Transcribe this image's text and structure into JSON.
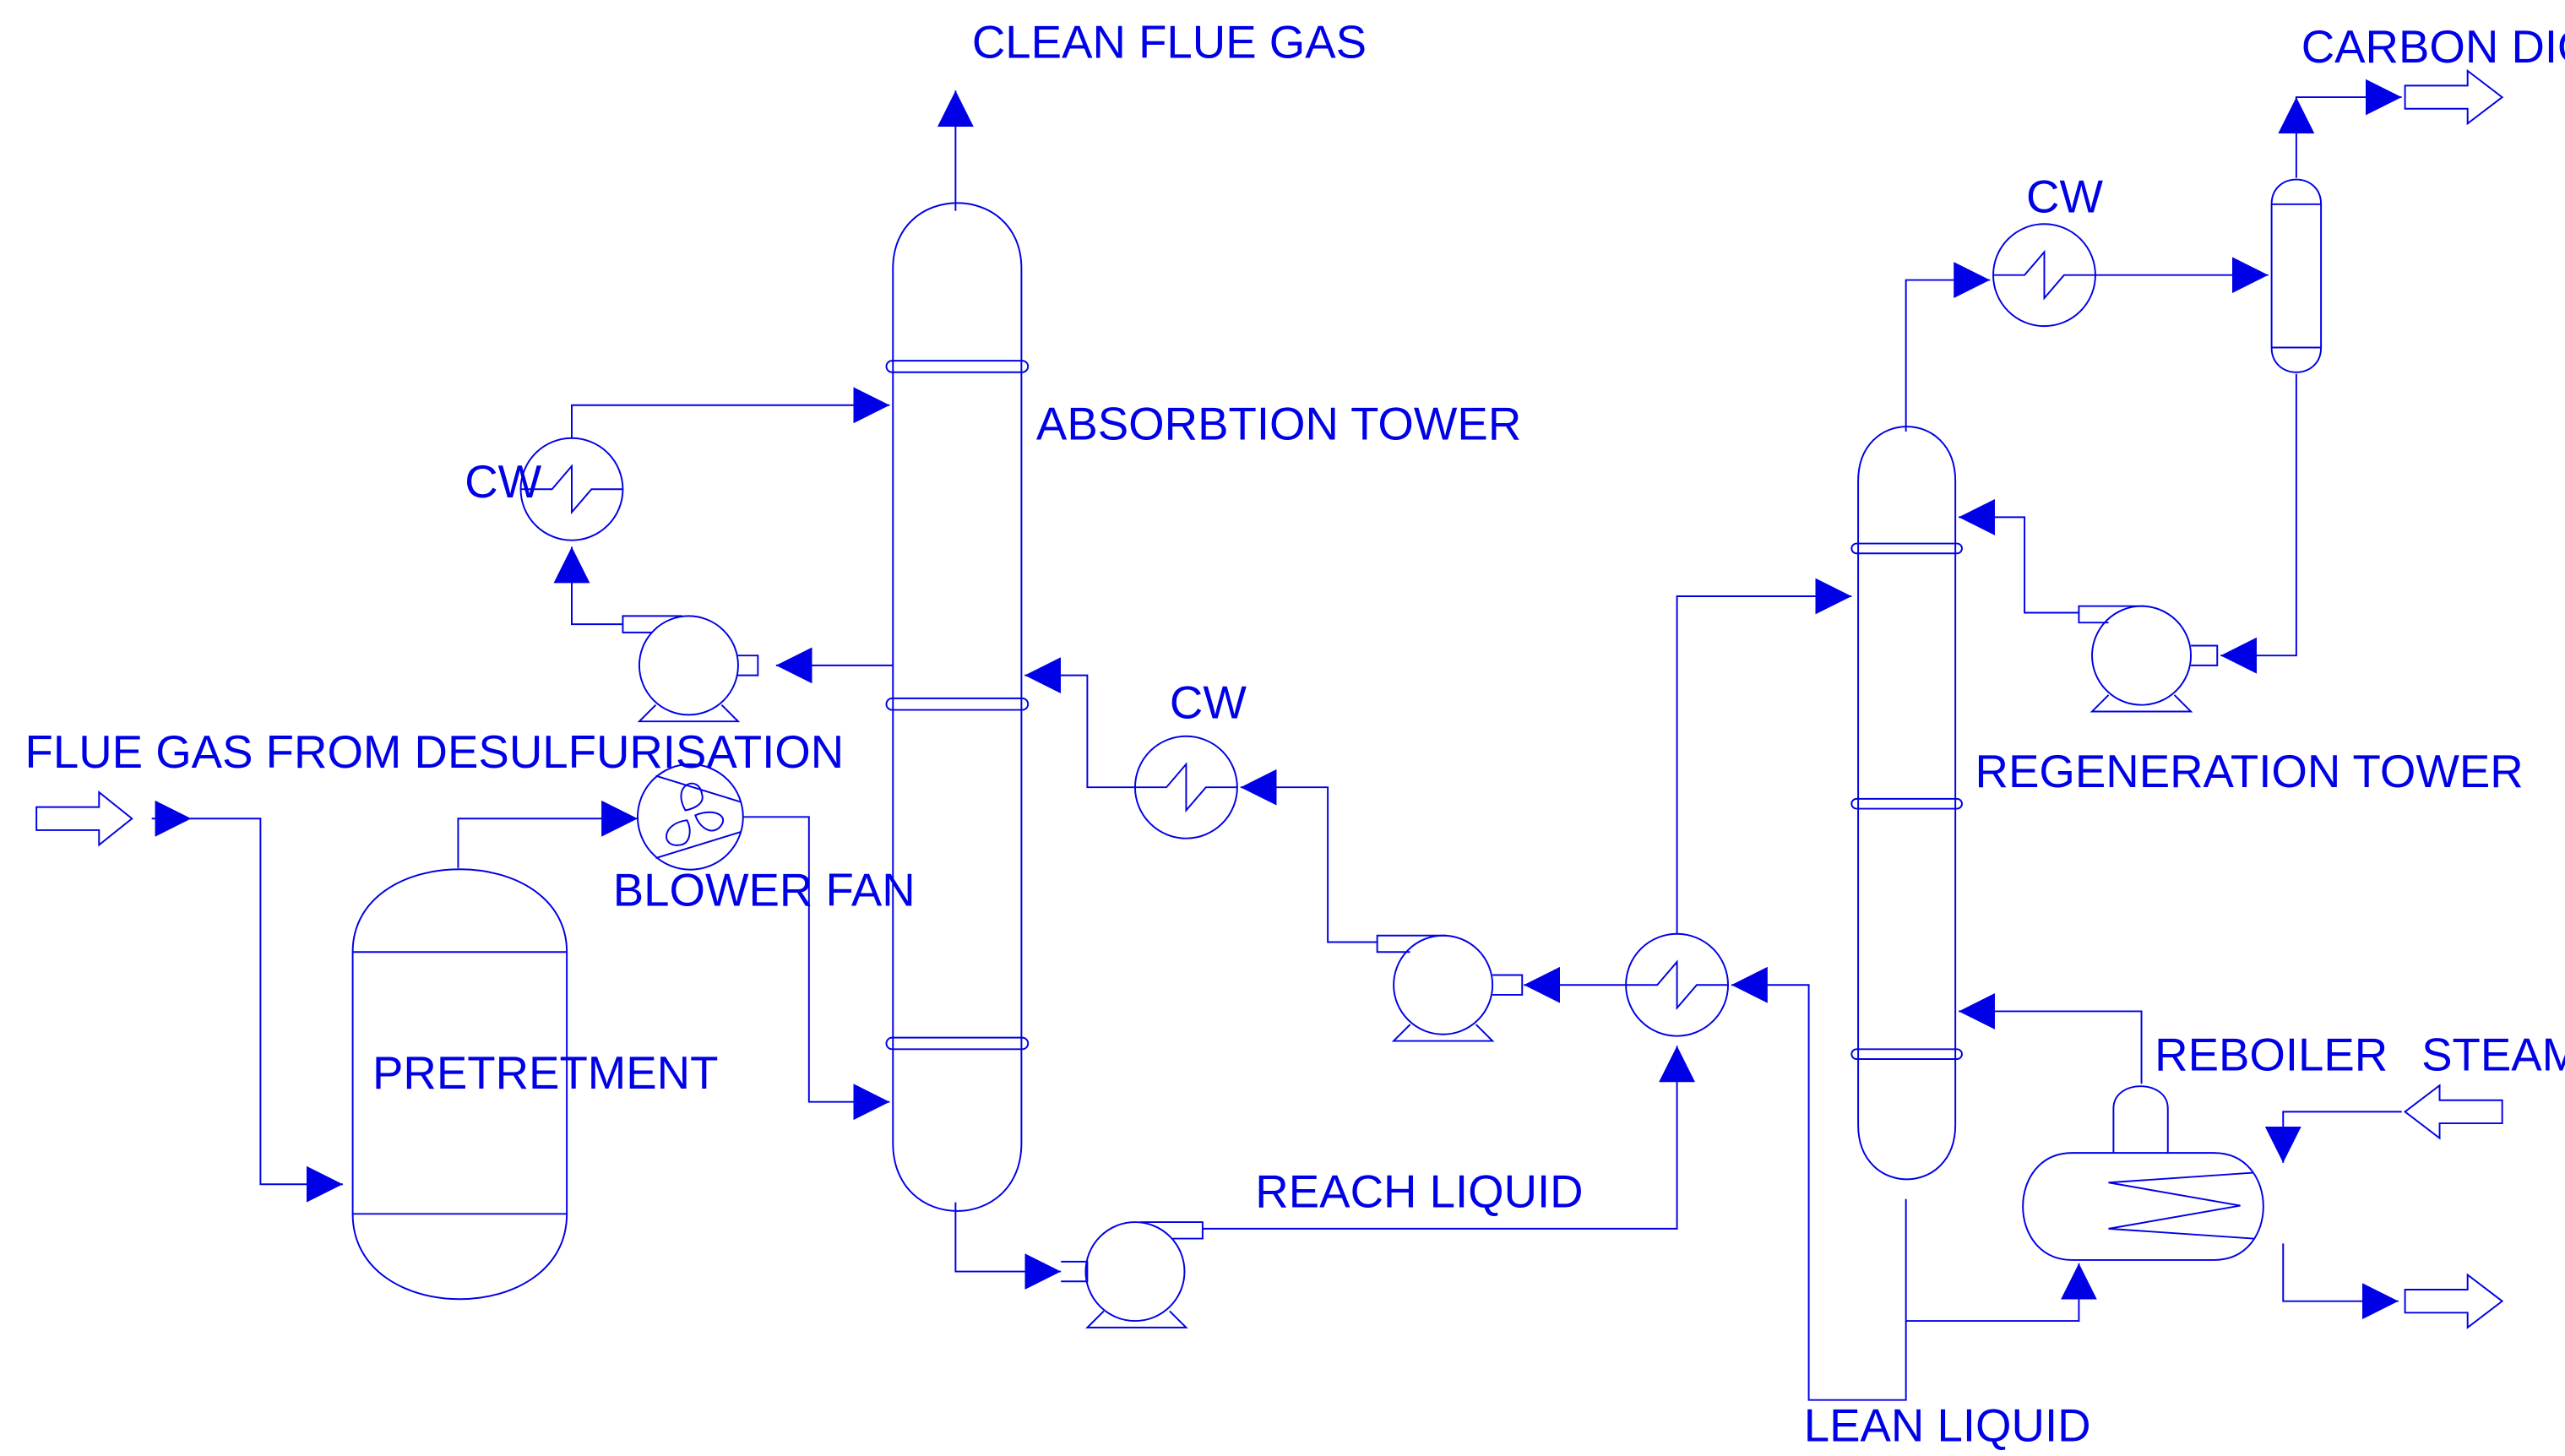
{
  "colors": {
    "line": "#0000e6",
    "background": "#ffffff"
  },
  "labels": {
    "clean_flue_gas": "CLEAN FLUE GAS",
    "carbon_dioxide": "CARBON DIOXIDE",
    "absorption_tower": "ABSORBTION TOWER",
    "regeneration_tower": "REGENERATION TOWER",
    "flue_gas_in": "FLUE GAS FROM DESULFURISATION",
    "blower_fan": "BLOWER FAN",
    "pretreatment": "PRETRETMENT",
    "reach_liquid": "REACH LIQUID",
    "lean_liquid": "LEAN LIQUID",
    "reboiler": "REBOILER",
    "steam": "STEAM",
    "cw_top_left": "CW",
    "cw_mid": "CW",
    "cw_top_right": "CW"
  },
  "icons": [
    "pump-icon",
    "heat-exchanger-icon",
    "blower-fan-icon",
    "vessel-icon",
    "flow-arrow-icon"
  ]
}
